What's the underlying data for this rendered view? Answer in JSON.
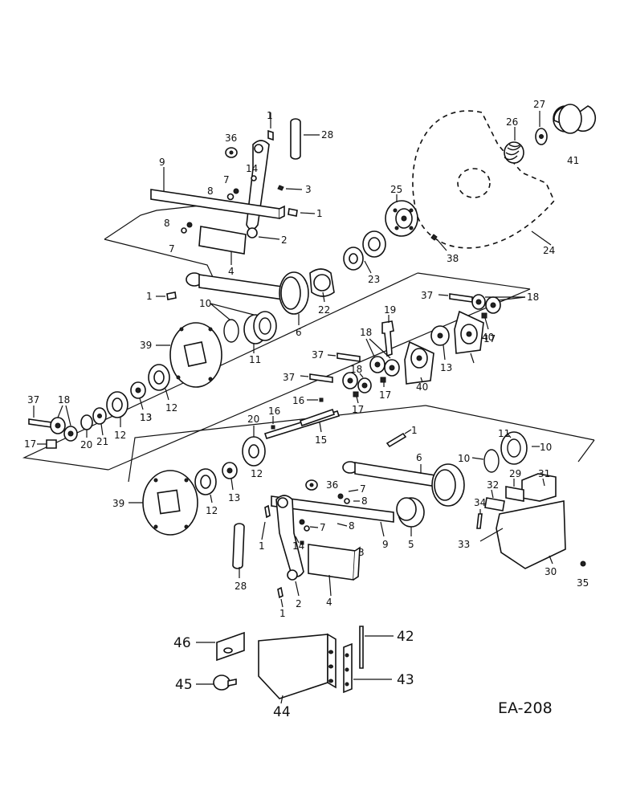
{
  "diagram_code": "EA-208",
  "callouts": {
    "c1a": "1",
    "c28a": "28",
    "c36a": "36",
    "c14a": "14",
    "c9a": "9",
    "c7a": "7",
    "c8a": "8",
    "c3a": "3",
    "c1b": "1",
    "c8b": "8",
    "c7b": "7",
    "c2a": "2",
    "c4a": "4",
    "c27": "27",
    "c26": "26",
    "c41": "41",
    "c25": "25",
    "c24": "24",
    "c38": "38",
    "c23": "23",
    "c22": "22",
    "c1c": "1",
    "c10a": "10",
    "c6a": "6",
    "c11a": "11",
    "c39a": "39",
    "c12a": "12",
    "c13a": "13",
    "c37a": "37",
    "c18a": "18",
    "c19": "19",
    "c18b": "18",
    "c37b": "37",
    "c18c": "18",
    "c17a": "17",
    "c37c": "37",
    "c17b": "17",
    "c40a": "40",
    "c13b": "13",
    "c40b": "40",
    "c17c": "17",
    "c37d": "37",
    "c18d": "18",
    "c17d": "17",
    "c20a": "20",
    "c21": "21",
    "c12b": "12",
    "c13c": "13",
    "c16a": "16",
    "c16b": "16",
    "c20b": "20",
    "c15": "15",
    "c1d": "1",
    "c11b": "11",
    "c10b": "10",
    "c10c": "10",
    "c6b": "6",
    "c39b": "39",
    "c12c": "12",
    "c13d": "13",
    "c12d": "12",
    "c36b": "36",
    "c7c": "7",
    "c8c": "8",
    "c8d": "8",
    "c7d": "7",
    "c14b": "14",
    "c9b": "9",
    "c5": "5",
    "c3b": "3",
    "c28b": "28",
    "c1e": "1",
    "c1f": "1",
    "c2b": "2",
    "c4b": "4",
    "c29": "29",
    "c31": "31",
    "c32": "32",
    "c34": "34",
    "c33": "33",
    "c30": "30",
    "c35": "35",
    "c46": "46",
    "c42": "42",
    "c45": "45",
    "c44": "44",
    "c43": "43"
  }
}
